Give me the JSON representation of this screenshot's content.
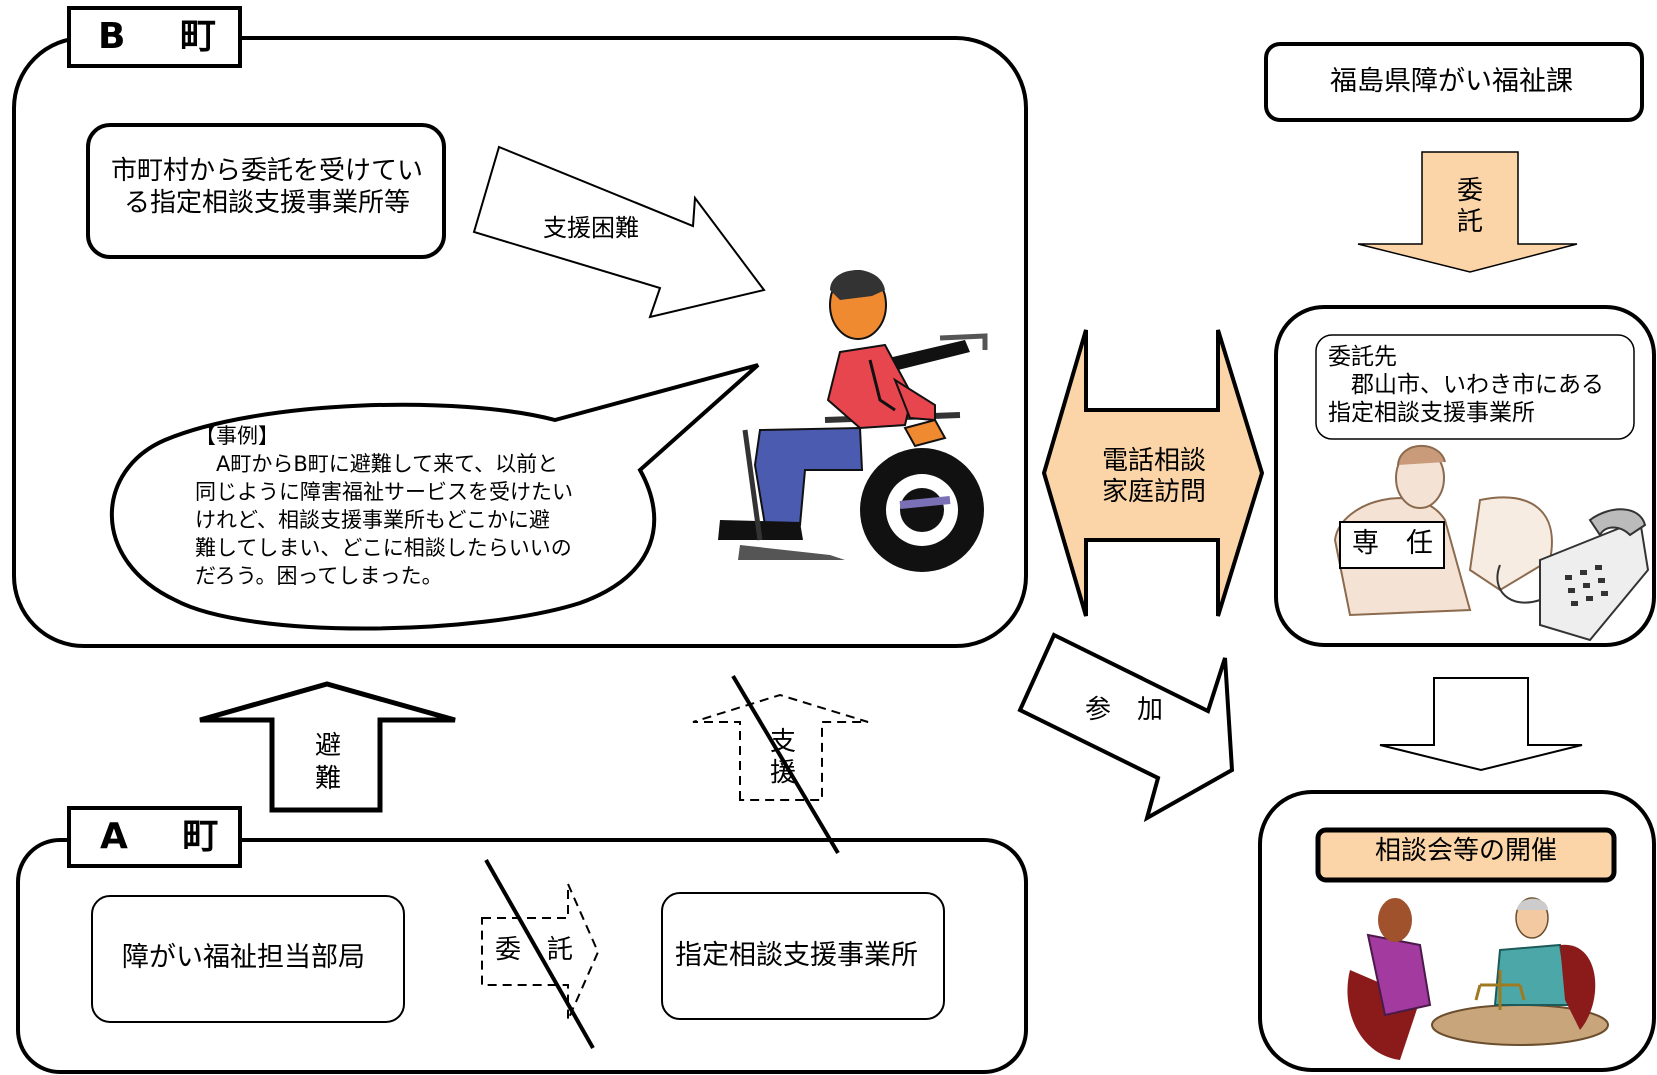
{
  "town_b": {
    "title": "B　 町",
    "consult_box": [
      "市町村から委託を受けてい",
      "る指定相談支援事業所等"
    ],
    "support_difficulty_label": "支援困難",
    "case_bubble": {
      "heading": "【事例】",
      "lines": [
        "　A町からB町に避難して来て、以前と",
        "同じように障害福祉サービスを受けたい",
        "けれど、相談支援事業所もどこかに避",
        "難してしまい、どこに相談したらいいの",
        "だろう。困ってしまった。"
      ]
    }
  },
  "town_a": {
    "title": "A　 町",
    "welfare_dept": "障がい福祉担当部局",
    "designated_office": "指定相談支援事業所",
    "entrust_label": "委　託"
  },
  "arrows": {
    "evacuation": [
      "避",
      "難"
    ],
    "support": [
      "支",
      "援"
    ],
    "phone_visit": [
      "電話相談",
      "家庭訪問"
    ],
    "participate": "参　加",
    "entrust": [
      "委",
      "託"
    ]
  },
  "prefecture": {
    "office": "福島県障がい福祉課",
    "contractor_box": [
      "委託先",
      "　郡山市、いわき市にある",
      "指定相談支援事業所"
    ],
    "dedicated_label": "専　任",
    "meeting_label": "相談会等の開催"
  },
  "colors": {
    "peach": "#fbd5a8",
    "stroke": "#000000",
    "shirt": "#e8464f",
    "trousers": "#4a5bb0",
    "suit": "#4ca8a8",
    "purple": "#a23aa0",
    "chair": "#8b1a1a"
  }
}
